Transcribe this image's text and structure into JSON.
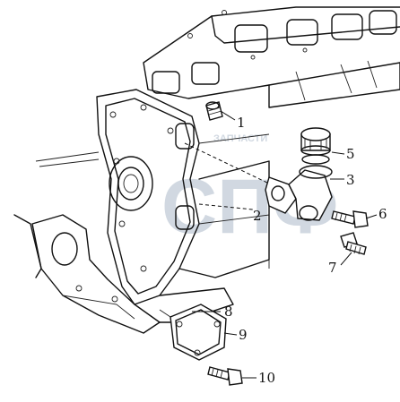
{
  "watermark": {
    "brand": "ЗАПЧАСТИ",
    "letters": "СПФ"
  },
  "callouts": [
    {
      "id": "part-1",
      "label": "1"
    },
    {
      "id": "part-2",
      "label": "2"
    },
    {
      "id": "part-3",
      "label": "3"
    },
    {
      "id": "part-5",
      "label": "5"
    },
    {
      "id": "part-6",
      "label": "6"
    },
    {
      "id": "part-7",
      "label": "7"
    },
    {
      "id": "part-8",
      "label": "8"
    },
    {
      "id": "part-9",
      "label": "9"
    },
    {
      "id": "part-10",
      "label": "10"
    }
  ]
}
